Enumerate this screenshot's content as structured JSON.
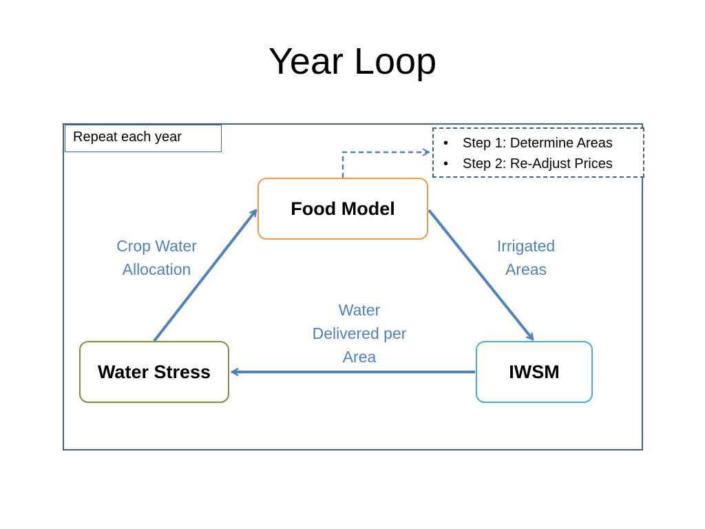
{
  "title": "Year Loop",
  "loop": {
    "repeat_label": "Repeat each year",
    "steps": [
      {
        "bullet": "•",
        "text": "Step 1: Determine Areas"
      },
      {
        "bullet": "•",
        "text": "Step 2: Re-Adjust Prices"
      }
    ]
  },
  "nodes": {
    "food_model": "Food Model",
    "water_stress": "Water Stress",
    "iwsm": "IWSM"
  },
  "edges": {
    "crop_water_allocation": "Crop Water\nAllocation",
    "irrigated_areas": "Irrigated\nAreas",
    "water_delivered": "Water\nDelivered per\nArea"
  },
  "colors": {
    "frame": "#3f618c",
    "arrow": "#4f81bd",
    "edge_label": "#4f81bd",
    "food_model_border": "#f79646",
    "water_stress_border": "#77933c",
    "iwsm_border": "#4bacc6"
  }
}
